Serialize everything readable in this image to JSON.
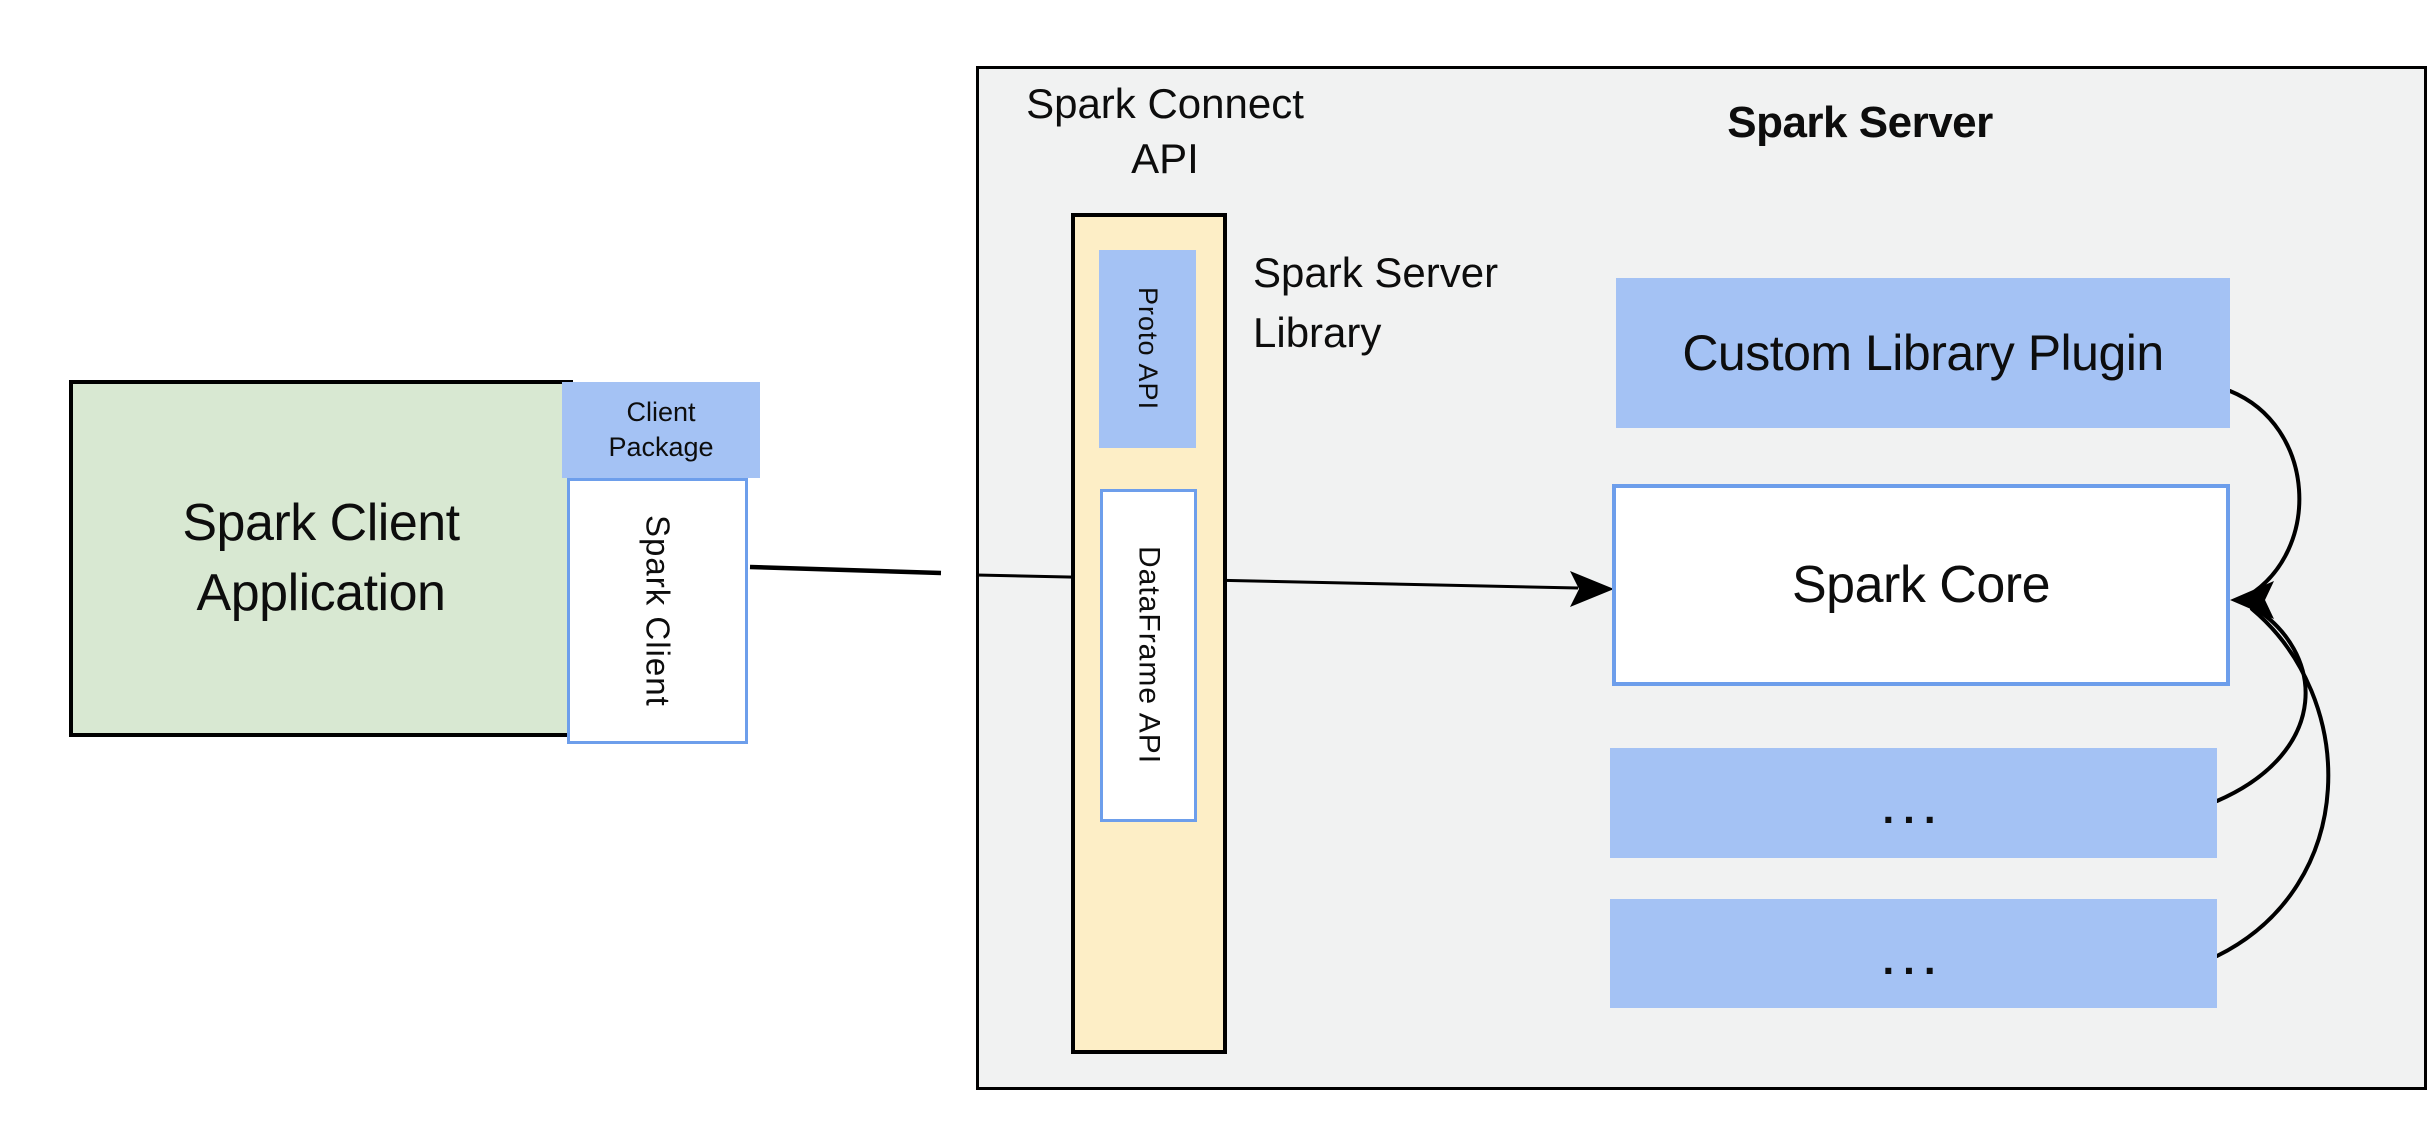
{
  "title": "Spark Connect architecture diagram",
  "colors": {
    "container-bg": "#f1f2f2",
    "container-border": "#000000",
    "green-fill": "#d8e8d2",
    "blue-fill": "#a4c2f4",
    "yellow-fill": "#fdeec6",
    "blue-border": "#6d9eeb",
    "line-color": "#000000",
    "text-color": "#0d0d0d"
  },
  "client": {
    "application_label": "Spark Client Application",
    "package_label": "Client Package",
    "spark_client_label": "Spark Client"
  },
  "spark_connect": {
    "api_title": "Spark Connect API",
    "proto_api_label": "Proto API",
    "dataframe_api_label": "DataFrame API",
    "server_library_label": "Spark Server Library"
  },
  "spark_server": {
    "title": "Spark Server",
    "custom_plugin_label": "Custom Library Plugin",
    "core_label": "Spark Core",
    "module_placeholder_1": "...",
    "module_placeholder_2": "..."
  }
}
